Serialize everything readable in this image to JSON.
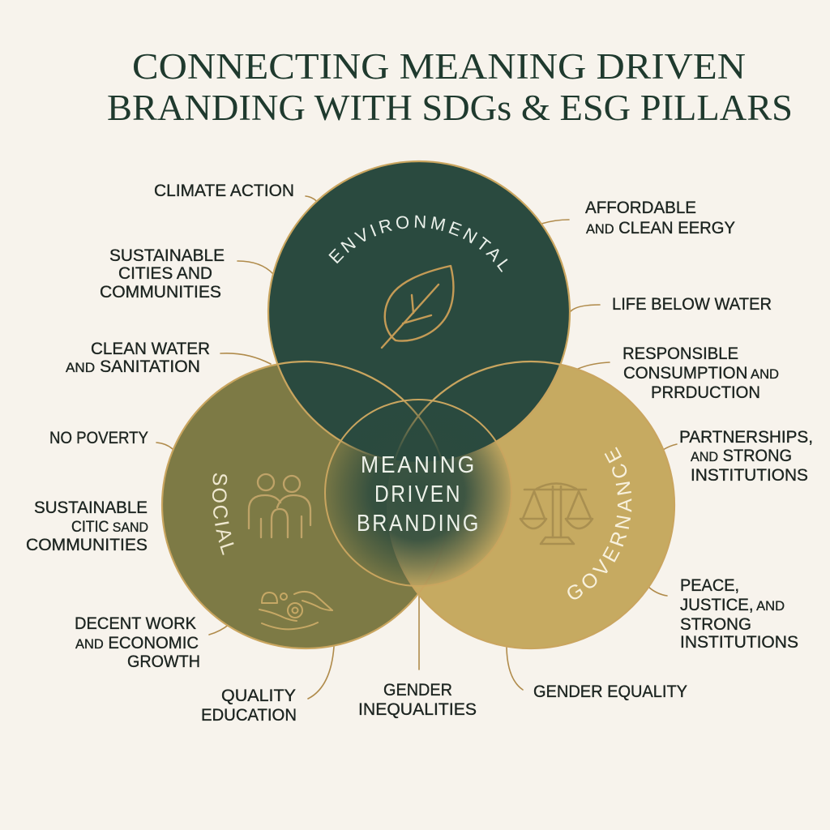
{
  "title": {
    "line_1": "CONNECTING MEANING DRIVEN",
    "line_2": "BRANDING WITH SDGs & ESG PILLARS"
  },
  "colors": {
    "background": "#f7f3ec",
    "title": "#1f3a2e",
    "label_text": "#1c2420",
    "outline_gold": "#c9a55f",
    "connector": "#b08b4b",
    "icon_gold": "#c8a463"
  },
  "pillars": {
    "environmental": {
      "label": "ENVIRONMENTAL",
      "icons": [
        "leaf-icon"
      ],
      "color": "#2a4a3f"
    },
    "social": {
      "label": "SOCIAL",
      "icons": [
        "people-icon",
        "helping-hand-coins-icon"
      ],
      "color": "#7d7a45"
    },
    "governance": {
      "label": "GOVERNANCE",
      "icons": [
        "scales-of-justice-icon"
      ],
      "color": "#c6aa61"
    }
  },
  "center": {
    "lines": [
      "MEANING",
      "DRIVEN",
      "BRANDING"
    ],
    "color": "#2b4a3e"
  },
  "sdg_labels": {
    "climate_action": {
      "connects_to": "environmental",
      "lines": [
        [
          "CLIMATE ACTION"
        ]
      ]
    },
    "sustainable_cities_1": {
      "connects_to": "environmental",
      "lines": [
        [
          "SUSTAINABLE"
        ],
        [
          "CITIES AND"
        ],
        [
          "COMMUNITIES"
        ]
      ]
    },
    "clean_water": {
      "connects_to": "environmental",
      "lines": [
        [
          "CLEAN WATER"
        ],
        [
          "AND",
          " SANITATION"
        ]
      ]
    },
    "no_poverty": {
      "connects_to": "social",
      "lines": [
        [
          "NO POVERTY"
        ]
      ]
    },
    "sustainable_cities_2": {
      "connects_to": null,
      "lines": [
        [
          "SUSTAINABLE"
        ],
        [
          "CITIC",
          " SAND"
        ],
        [
          "COMMUNITIES"
        ]
      ]
    },
    "decent_work": {
      "connects_to": "social",
      "lines": [
        [
          "DECENT WORK"
        ],
        [
          "AND",
          " ECONOMIC"
        ],
        [
          "GROWTH"
        ]
      ]
    },
    "quality_education": {
      "connects_to": "social",
      "lines": [
        [
          "QUALITY"
        ],
        [
          "EDUCATION"
        ]
      ]
    },
    "gender_inequalities": {
      "connects_to": "social+governance",
      "lines": [
        [
          "GENDER"
        ],
        [
          "INEQUALITIES"
        ]
      ]
    },
    "gender_equality": {
      "connects_to": "governance",
      "lines": [
        [
          "GENDER EQUALITY"
        ]
      ]
    },
    "peace_justice": {
      "connects_to": "governance",
      "lines": [
        [
          "PEACE,"
        ],
        [
          "JUSTICE,",
          " AND"
        ],
        [
          "STRONG"
        ],
        [
          "INSTITUTIONS"
        ]
      ]
    },
    "partnerships": {
      "connects_to": "governance",
      "lines": [
        [
          "PARTNERSHIPS,"
        ],
        [
          "AND",
          " STRONG"
        ],
        [
          "INSTITUTIONS"
        ]
      ]
    },
    "responsible_consumption": {
      "connects_to": "governance",
      "lines": [
        [
          "RESPONSIBLE"
        ],
        [
          "CONSUMPTION",
          " AND"
        ],
        [
          "PRRDUCTION"
        ]
      ]
    },
    "life_below_water": {
      "connects_to": "environmental",
      "lines": [
        [
          "LIFE BELOW WATER"
        ]
      ]
    },
    "affordable_energy": {
      "connects_to": "environmental",
      "lines": [
        [
          "AFFORDABLE"
        ],
        [
          "AND",
          " CLEAN EERGY"
        ]
      ]
    }
  }
}
